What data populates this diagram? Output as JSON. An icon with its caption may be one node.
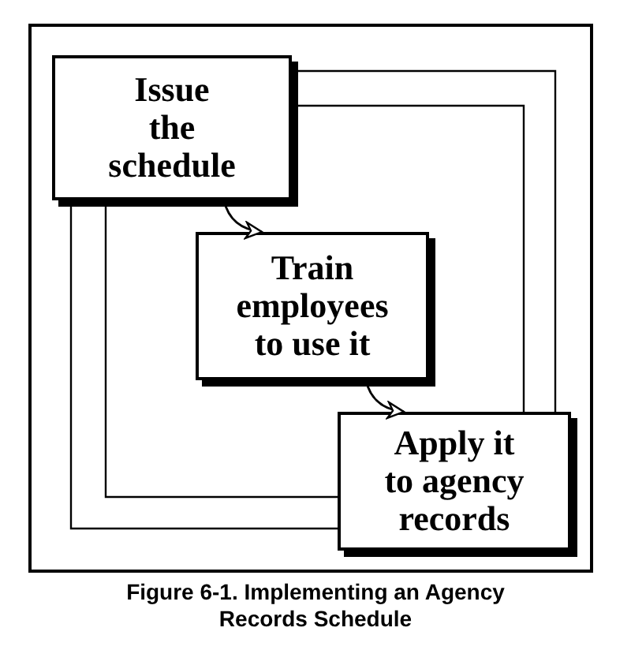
{
  "diagram": {
    "caption": "Figure 6-1. Implementing an Agency Records Schedule",
    "nodes": [
      {
        "text": [],
        "shape": "box"
      },
      {
        "text": [
          "Issue the schedule"
        ],
        "in": 0
      },
      {
        "text": [
          "Train employees to use it"
        ],
        "in": 0
      },
      {
        "text": [
          "Apply it to agency records"
        ],
        "in": 0
      }
    ],
    "edges": [
      {
        "from": 1,
        "to": 2,
        "arrow": "to"
      },
      {
        "from": 2,
        "to": 3,
        "arrow": "to"
      },
      {
        "from": 1,
        "to": 3,
        "arrow": "none"
      },
      {
        "from": 1,
        "to": 3,
        "arrow": "none"
      },
      {
        "from": 1,
        "to": 3,
        "arrow": "none"
      },
      {
        "from": 1,
        "to": 3,
        "arrow": "none"
      }
    ]
  }
}
